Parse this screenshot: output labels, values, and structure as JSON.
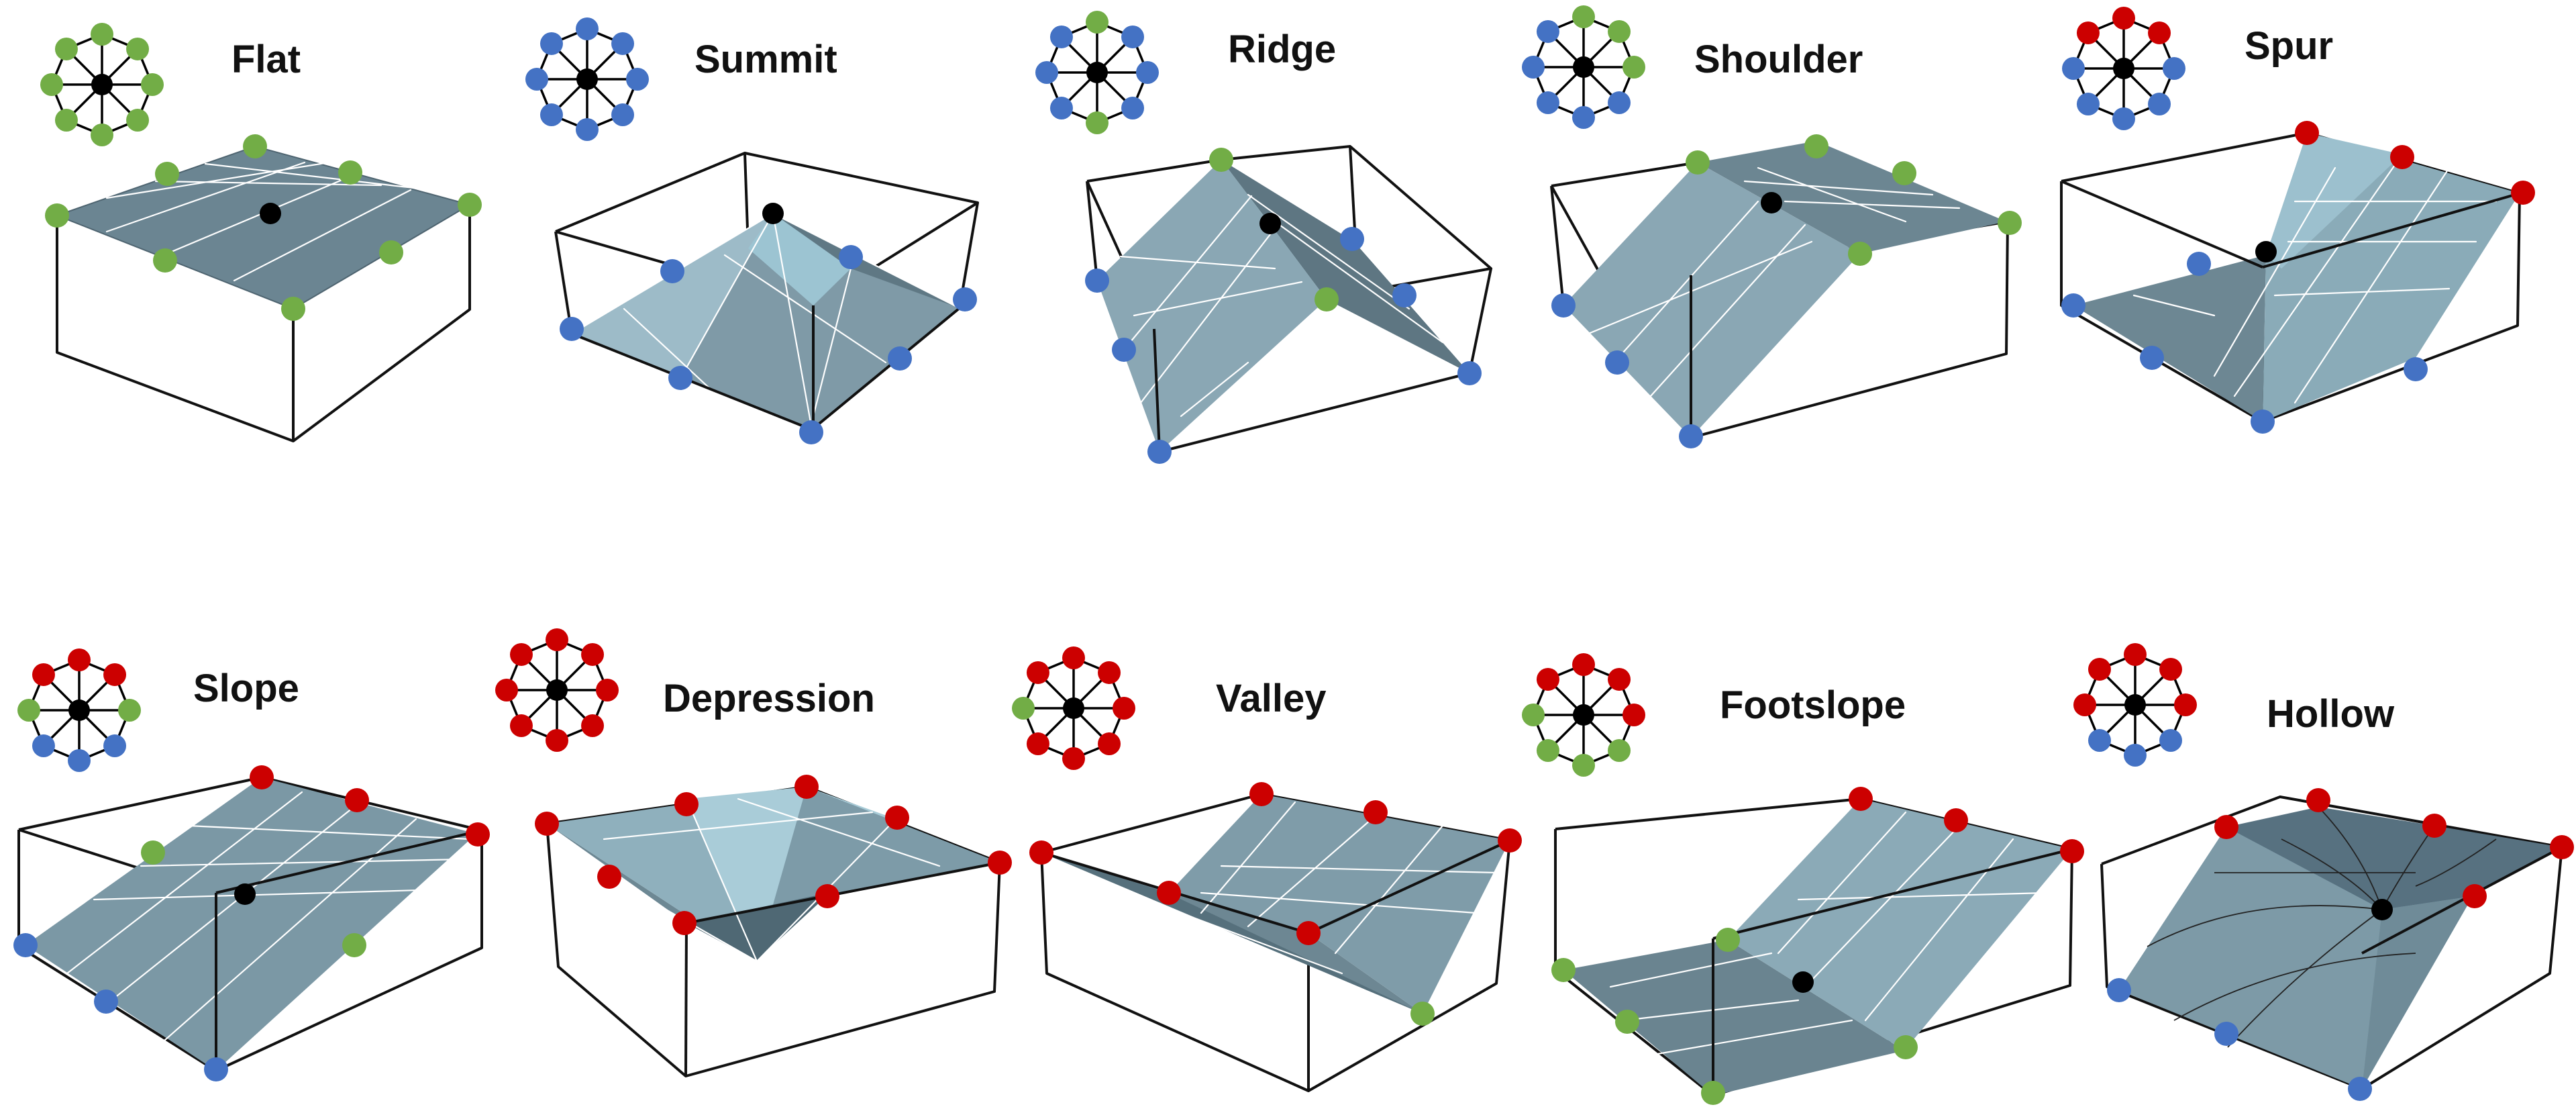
{
  "colors": {
    "higher": "#cc0000",
    "equal": "#72ad46",
    "lower": "#4472c4",
    "center": "#000000",
    "surface_dark": "#6d8692",
    "surface_light": "#9dbac6"
  },
  "panels": [
    {
      "name": "flat",
      "label": "Flat",
      "pattern": [
        "g",
        "g",
        "g",
        "g",
        "g",
        "g",
        "g",
        "g"
      ]
    },
    {
      "name": "summit",
      "label": "Summit",
      "pattern": [
        "b",
        "b",
        "b",
        "b",
        "b",
        "b",
        "b",
        "b"
      ]
    },
    {
      "name": "ridge",
      "label": "Ridge",
      "pattern": [
        "g",
        "b",
        "b",
        "b",
        "g",
        "b",
        "b",
        "b"
      ]
    },
    {
      "name": "shoulder",
      "label": "Shoulder",
      "pattern": [
        "g",
        "g",
        "g",
        "b",
        "b",
        "b",
        "b",
        "b"
      ]
    },
    {
      "name": "spur",
      "label": "Spur",
      "pattern": [
        "r",
        "r",
        "b",
        "b",
        "b",
        "b",
        "b",
        "r"
      ]
    },
    {
      "name": "slope",
      "label": "Slope",
      "pattern": [
        "r",
        "r",
        "g",
        "b",
        "b",
        "b",
        "g",
        "r"
      ]
    },
    {
      "name": "depression",
      "label": "Depression",
      "pattern": [
        "r",
        "r",
        "r",
        "r",
        "r",
        "r",
        "r",
        "r"
      ]
    },
    {
      "name": "valley",
      "label": "Valley",
      "pattern": [
        "r",
        "r",
        "r",
        "r",
        "r",
        "r",
        "g",
        "r"
      ]
    },
    {
      "name": "footslope",
      "label": "Footslope",
      "pattern": [
        "r",
        "r",
        "r",
        "g",
        "g",
        "g",
        "g",
        "r"
      ]
    },
    {
      "name": "hollow",
      "label": "Hollow",
      "pattern": [
        "r",
        "r",
        "r",
        "b",
        "b",
        "b",
        "r",
        "r"
      ]
    }
  ]
}
